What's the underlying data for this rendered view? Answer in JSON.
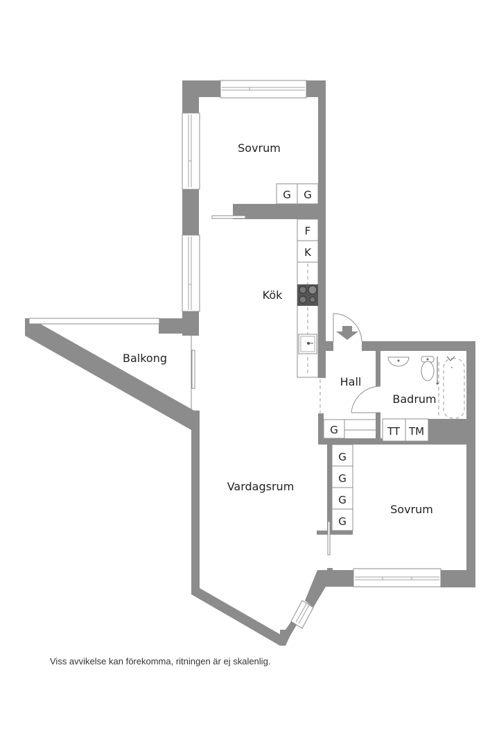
{
  "rooms": {
    "sovrum_top": "Sovrum",
    "kok": "Kök",
    "balkong": "Balkong",
    "vardagsrum": "Vardagsrum",
    "hall": "Hall",
    "badrum": "Badrum",
    "sovrum_bottom": "Sovrum"
  },
  "fixtures": {
    "wardrobe_top_1": "G",
    "wardrobe_top_2": "G",
    "fridge": "F",
    "freezer": "K",
    "hall_wardrobe": "G",
    "tumble_dryer": "TT",
    "washing_machine": "TM",
    "wardrobe_bottom": [
      "G",
      "G",
      "G",
      "G"
    ]
  },
  "icons": {
    "entrance": "entrance-arrow-icon",
    "stove": "stove-icon",
    "sink": "sink-icon",
    "washbasin": "washbasin-icon",
    "toilet": "toilet-icon",
    "bathtub": "bathtub-icon"
  },
  "colors": {
    "wall": "#8c8c8c",
    "background": "#ffffff",
    "stove": "#555555"
  },
  "disclaimer": "Viss avvikelse kan förekomma, ritningen är ej skalenlig."
}
